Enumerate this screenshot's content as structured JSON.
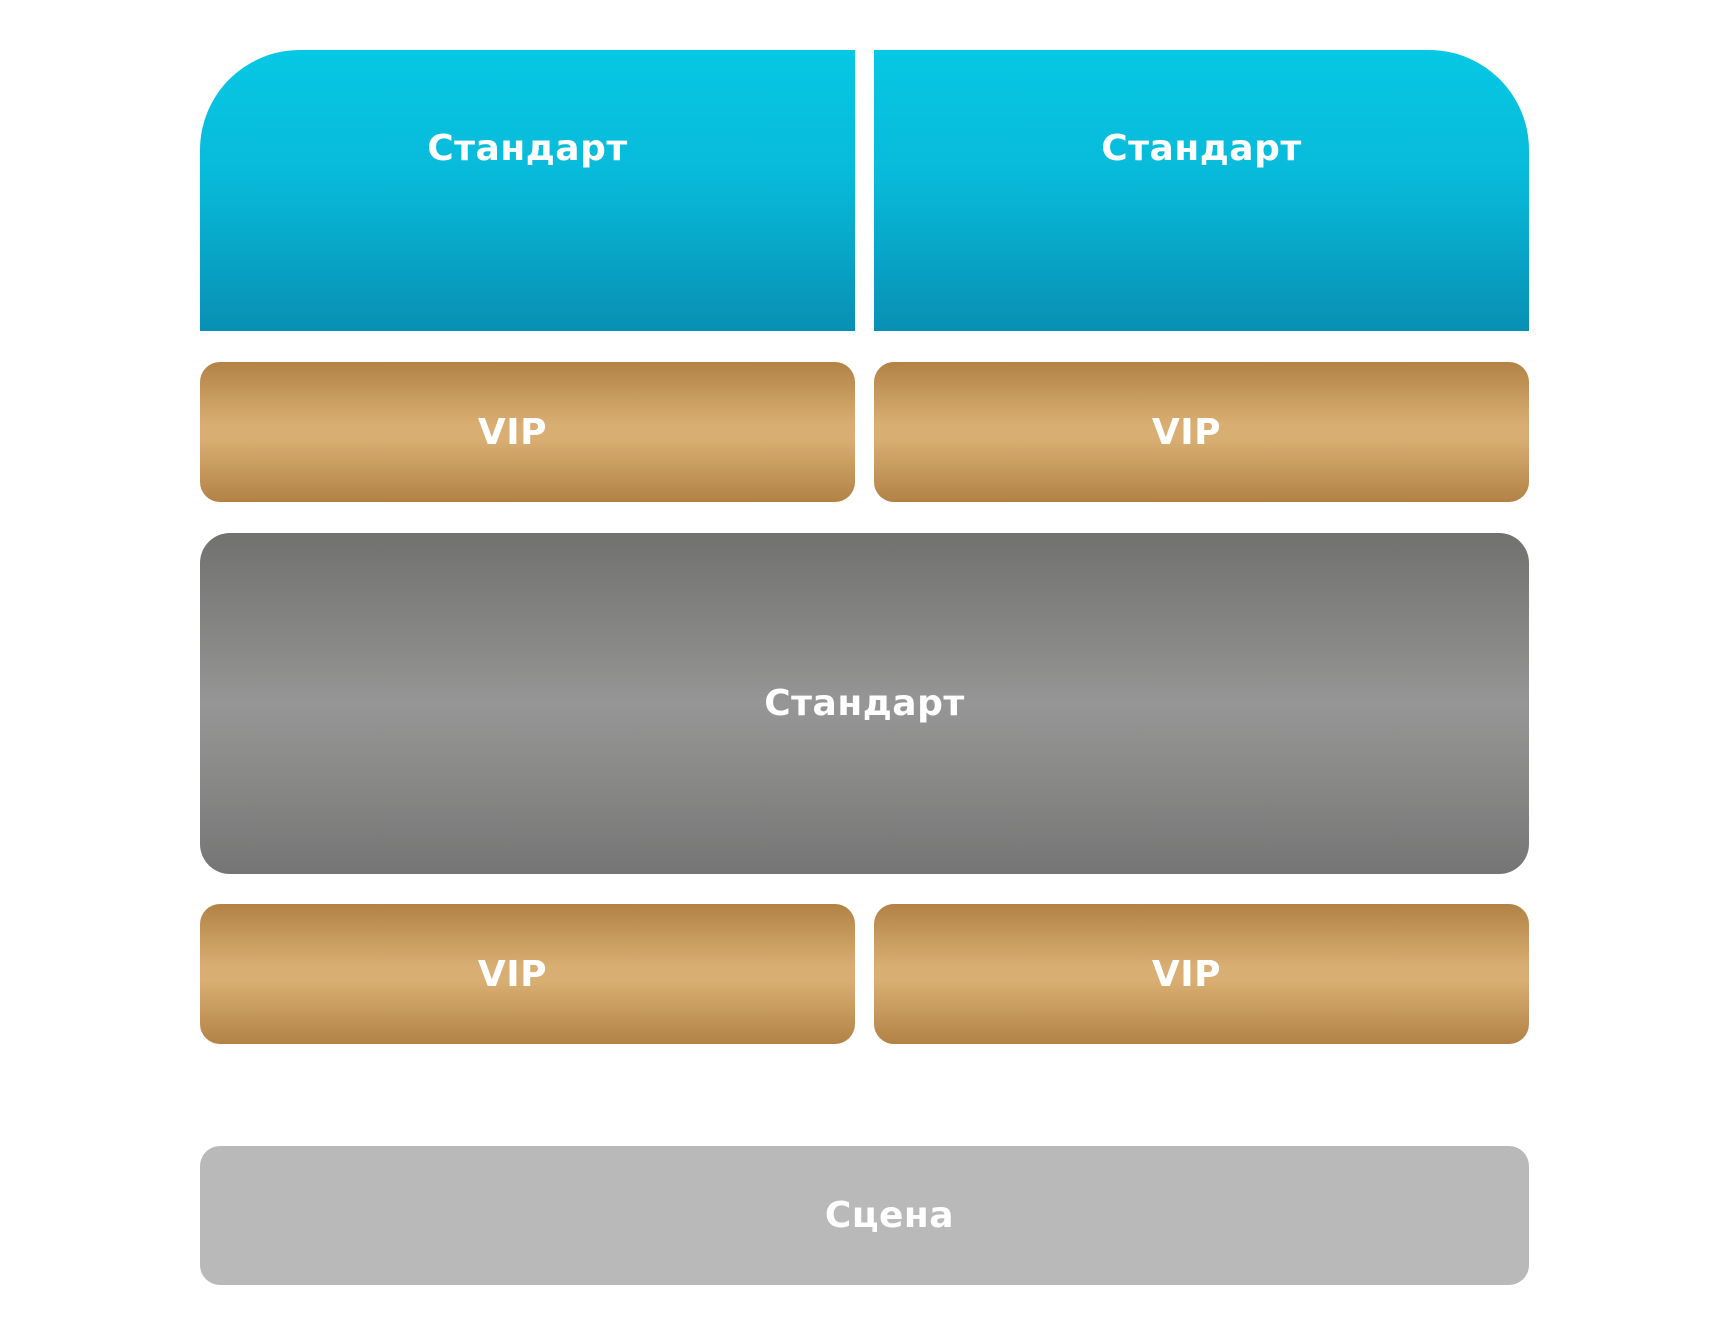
{
  "zones": {
    "top_left": "Стандарт",
    "top_right": "Стандарт",
    "vip_1_left": "VIP",
    "vip_1_right": "VIP",
    "center": "Стандарт",
    "vip_2_left": "VIP",
    "vip_2_right": "VIP",
    "stage": "Сцена"
  },
  "colors": {
    "standard_blue": "#06c8e4",
    "vip_gold": "#d9ae72",
    "standard_gray": "#969696",
    "stage_gray": "#b9b9b9"
  }
}
